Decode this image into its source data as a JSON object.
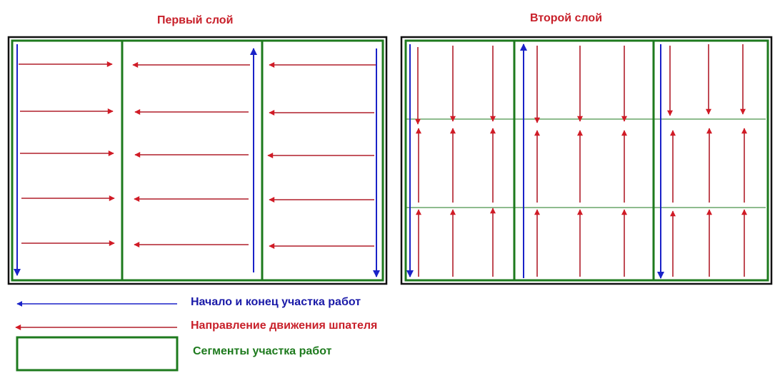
{
  "titles": {
    "first_layer": "Первый слой",
    "second_layer": "Второй слой"
  },
  "legend": {
    "blue_arrow": "Начало и конец участка работ",
    "red_arrow": "Направление движения шпателя",
    "green_box": "Сегменты участка работ"
  },
  "colors": {
    "title_red": "#c8202a",
    "blue_arrow": "#1a22c8",
    "red_arrow": "#b01e2a",
    "green_segment": "#1d7a1d",
    "frame_black": "#111111",
    "legend_blue_text": "#1a1aa8",
    "legend_red_text": "#c8202a",
    "legend_green_text": "#1d7a1d"
  }
}
